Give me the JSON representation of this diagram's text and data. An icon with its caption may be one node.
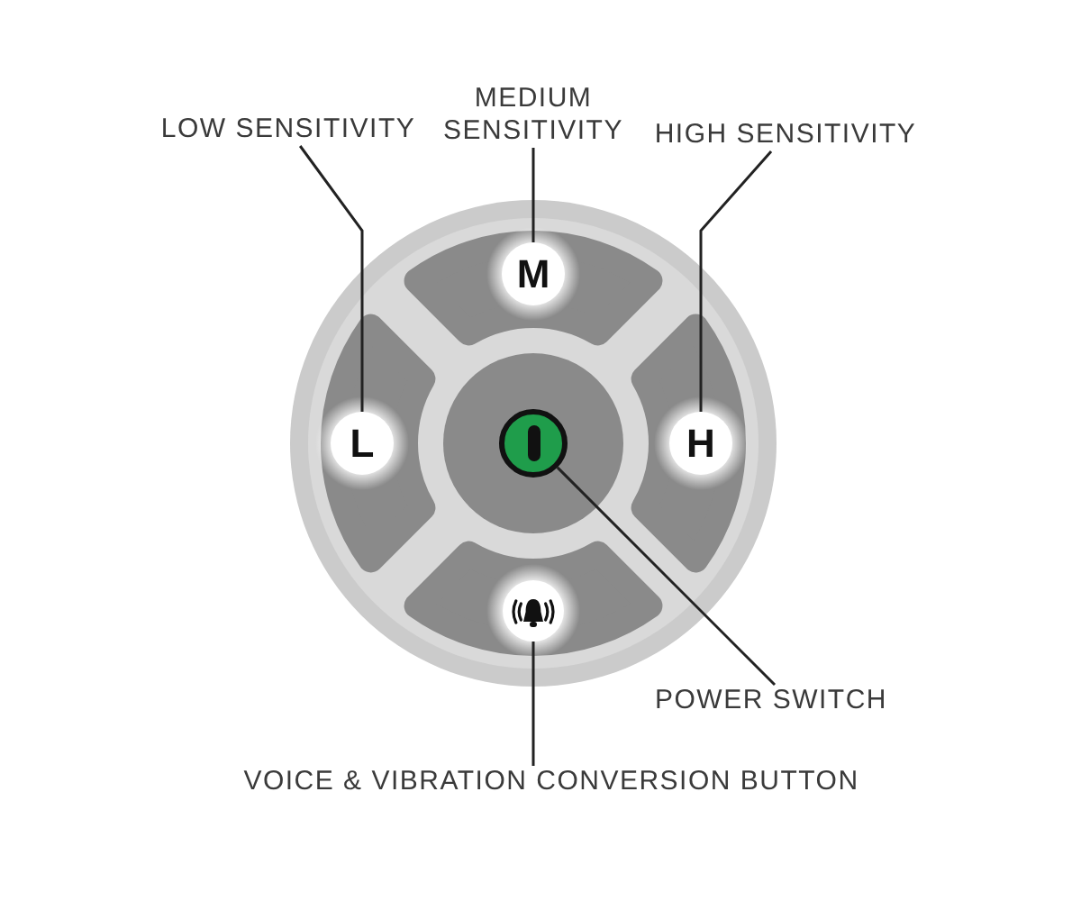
{
  "diagram": {
    "nodes": [
      {
        "text": [
          "LOW SENSITIVITY"
        ]
      },
      {
        "text": [
          "MEDIUM SENSITIVITY"
        ]
      },
      {
        "text": [
          "HIGH SENSITIVITY"
        ]
      },
      {
        "text": [
          "M"
        ]
      },
      {
        "text": [
          "L"
        ]
      },
      {
        "text": [
          "H"
        ]
      },
      {
        "text": [],
        "shape": "circle"
      },
      {
        "text": [],
        "shape": "circle"
      },
      {
        "text": [
          "POWER SWITCH"
        ]
      },
      {
        "text": [
          "VOICE & VIBRATION CONVERSION BUTTON"
        ]
      }
    ],
    "edges": [
      {
        "from": 0,
        "to": 4,
        "arrow": "none"
      },
      {
        "from": 1,
        "to": 3,
        "arrow": "none"
      },
      {
        "from": 2,
        "to": 5,
        "arrow": "none"
      },
      {
        "from": 8,
        "to": 6,
        "arrow": "none"
      },
      {
        "from": 9,
        "to": 7,
        "arrow": "none"
      }
    ]
  }
}
